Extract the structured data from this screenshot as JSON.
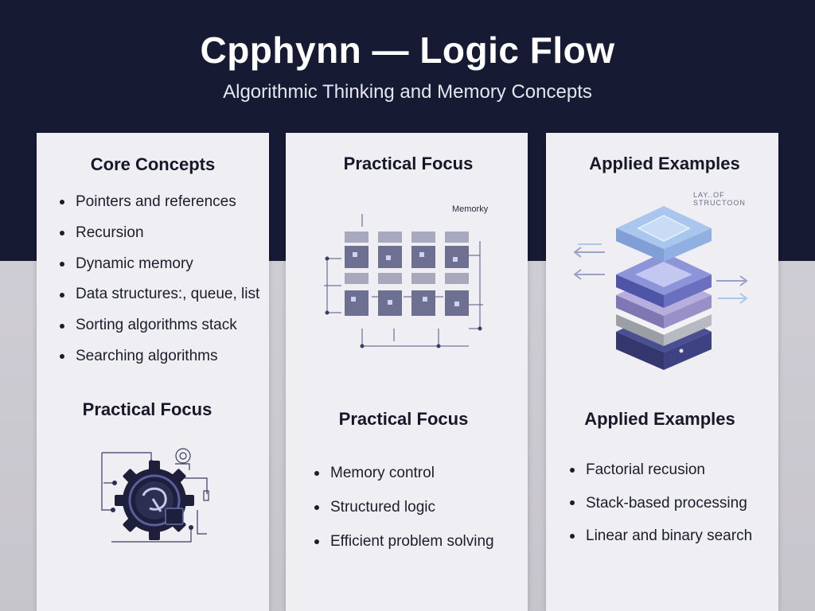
{
  "header": {
    "title": "Cpphynn — Logic Flow",
    "subtitle": "Algorithmic Thinking and Memory Concepts"
  },
  "panels": [
    {
      "heading": "Core Concepts",
      "items": [
        "Pointers and references",
        "Recursion",
        "Dynamic memory",
        "Data structures:, queue, list",
        "Sorting algorithms stack",
        "Searching algorithms"
      ],
      "sub_heading": "Practical Focus",
      "figure_icon": "gear-circuit-icon"
    },
    {
      "heading": "Practical Focus",
      "figure_label": "Memorky",
      "figure_icon": "memory-grid-diagram",
      "sub_heading": "Practical Focus",
      "items": [
        "Memory control",
        "Structured logic",
        "Efficient problem solving"
      ]
    },
    {
      "heading": "Applied Examples",
      "figure_label": "LAY..OF\nSTRUCTOON",
      "figure_icon": "layered-stack-diagram",
      "sub_heading": "Applied Examples",
      "items": [
        "Factorial recusion",
        "Stack-based processing",
        "Linear and binary search"
      ]
    }
  ],
  "colors": {
    "header_bg": "#161a33",
    "panel_bg": "#efeef2",
    "stack_blue": "#8fb0e0",
    "stack_purple": "#9a90c8",
    "stack_navy": "#3e4282"
  }
}
